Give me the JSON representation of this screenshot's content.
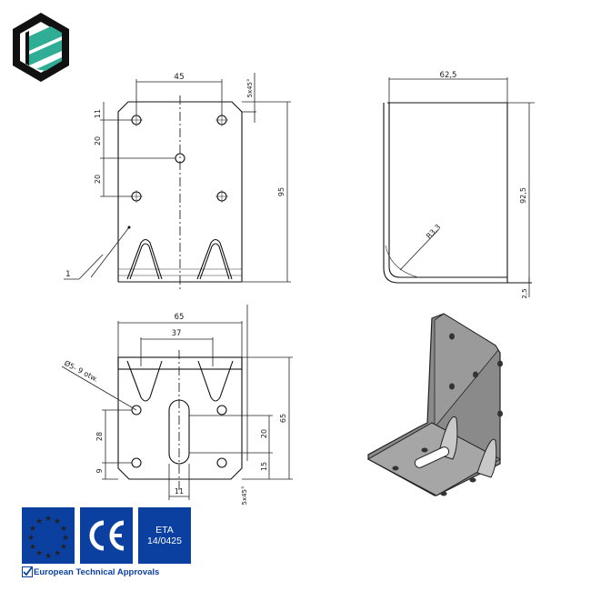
{
  "logo": {
    "icon": "hexagon-stripes-logo",
    "colors": {
      "primary": "#111111",
      "accent": "#2fae95"
    }
  },
  "views": {
    "front": {
      "dims": {
        "top_width": "45",
        "chamfer": "5x45°",
        "v1": "11",
        "v2": "20",
        "v3": "20",
        "height": "95"
      },
      "callout": "1"
    },
    "side": {
      "dims": {
        "width": "62,5",
        "height": "92,5",
        "radius": "R3,3",
        "thickness": "2,5"
      }
    },
    "bottom": {
      "dims": {
        "width": "65",
        "inner": "37",
        "holes_note": "Ø5- 9 otw.",
        "v28": "28",
        "v9": "9",
        "v20": "20",
        "v15": "15",
        "height": "65",
        "slot_width": "11",
        "chamfer": "5x45°"
      }
    },
    "iso": {
      "label": "angle-bracket-3d-render",
      "color": "#8a8a8a"
    }
  },
  "certifications": {
    "badges": [
      {
        "name": "eu-flag",
        "color": "#0b3fa0",
        "star_color": "#ffdd00"
      },
      {
        "name": "ce-mark",
        "text": "CE"
      },
      {
        "name": "eta-number",
        "text": "ETA 14/0425"
      }
    ],
    "caption": "European Technical Approvals"
  }
}
